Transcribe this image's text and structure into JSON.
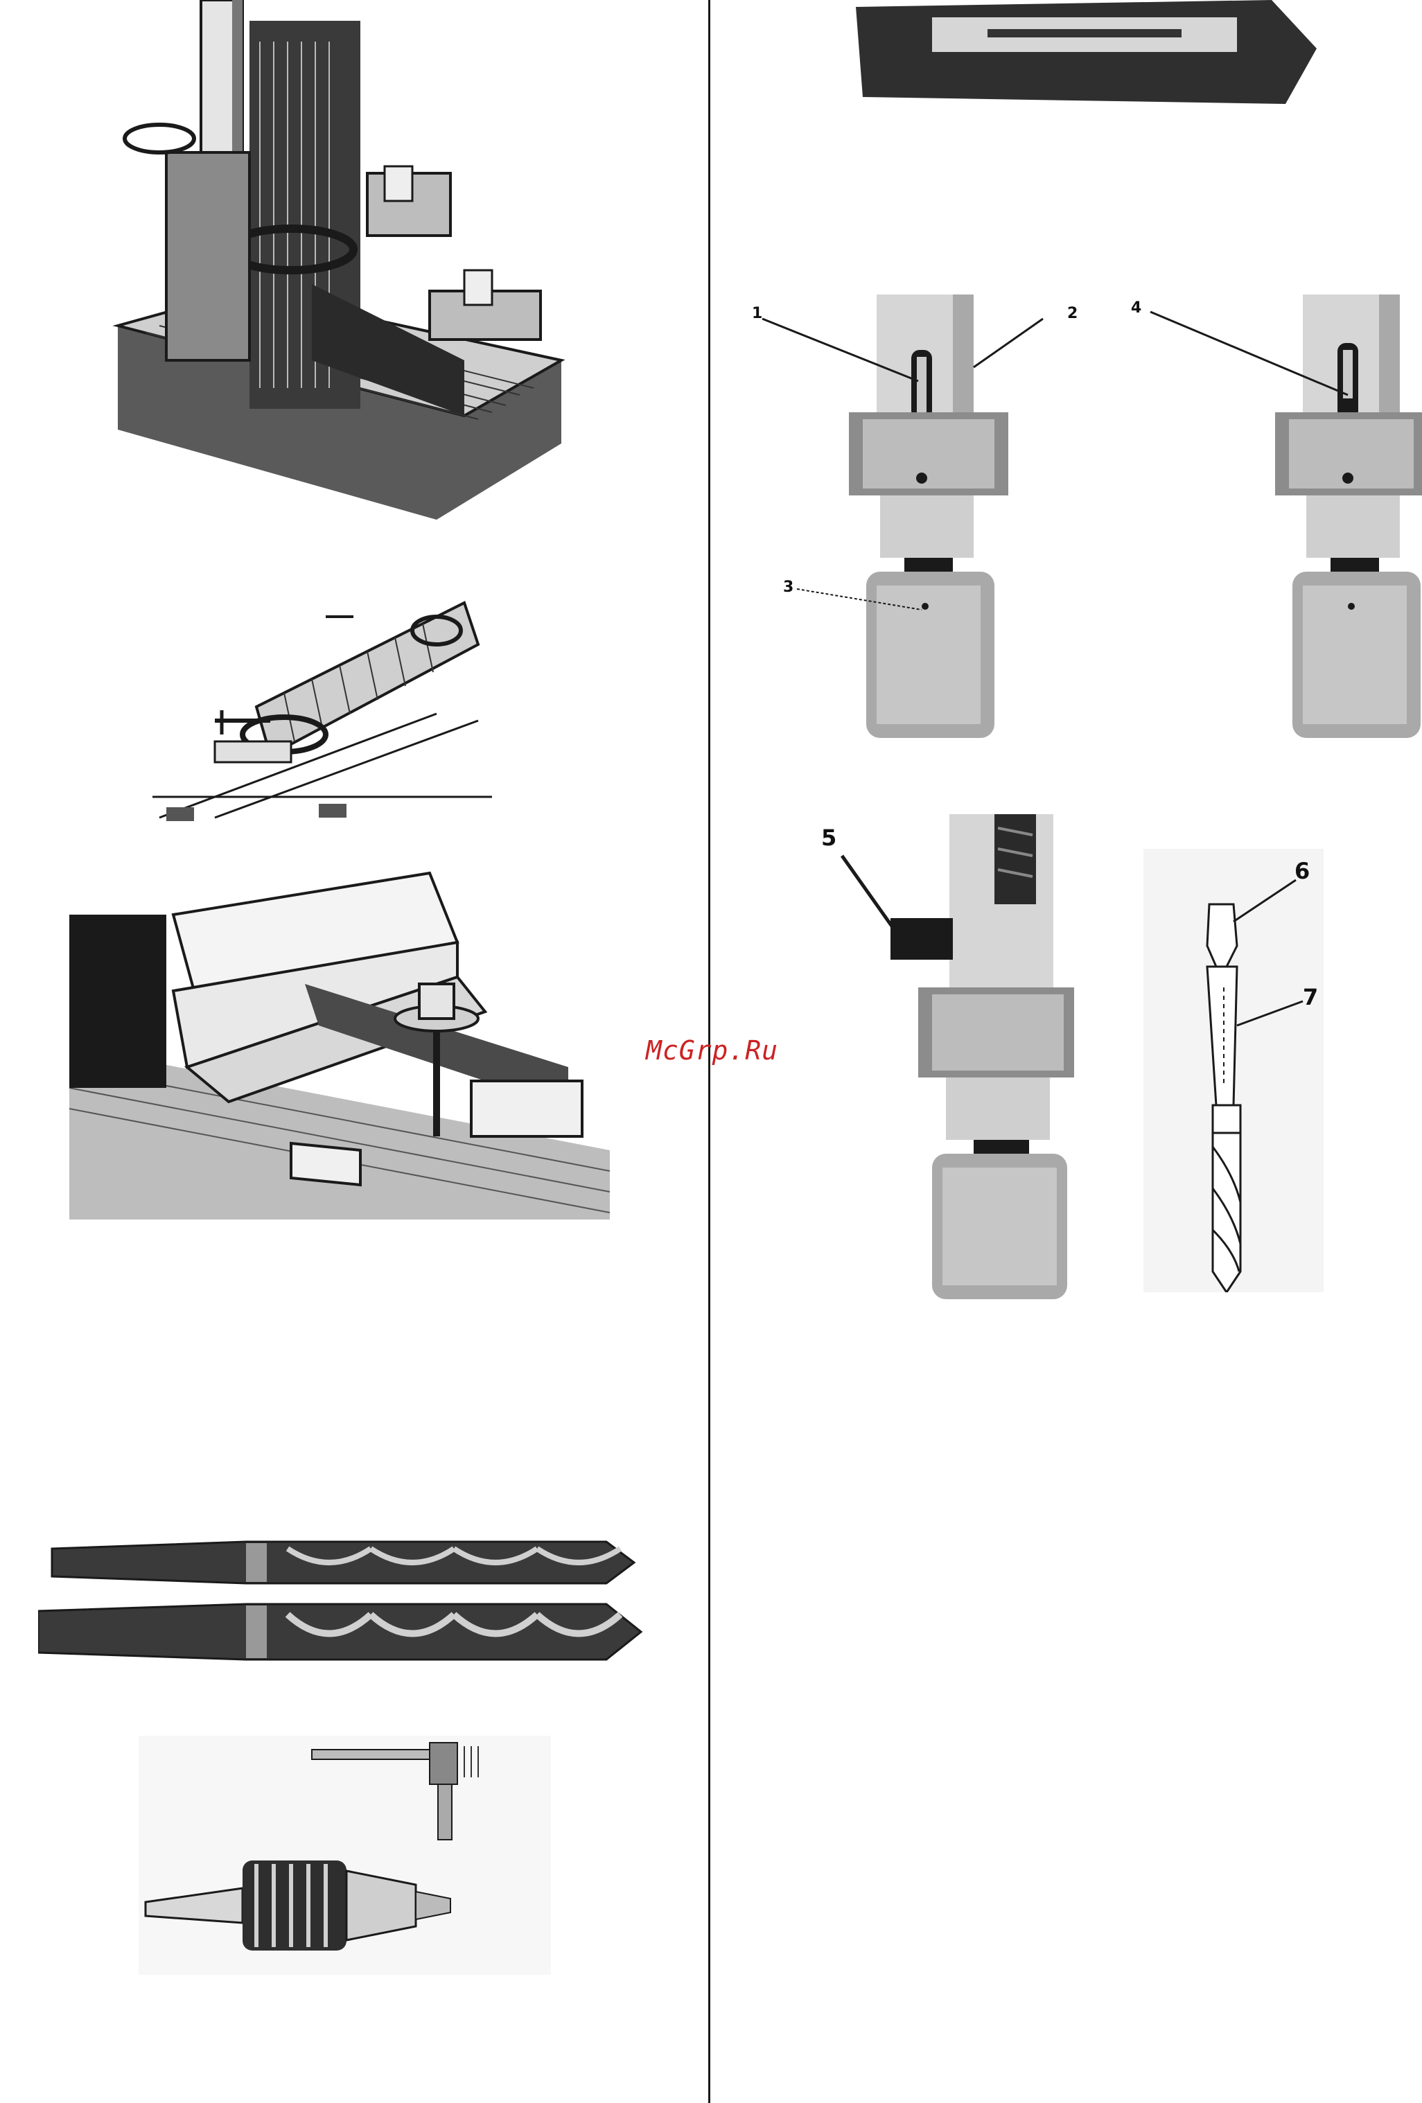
{
  "watermark": "McGrp.Ru",
  "callouts": {
    "n1": "1",
    "n2": "2",
    "n3": "3",
    "n4": "4",
    "n5": "5",
    "n6": "6",
    "n7": "7"
  },
  "colors": {
    "ink": "#1a1a1a",
    "metal_light": "#d6d6d6",
    "metal_mid": "#a9a9a9",
    "metal_dark": "#6e6e6e",
    "watermark": "#cc2222"
  }
}
